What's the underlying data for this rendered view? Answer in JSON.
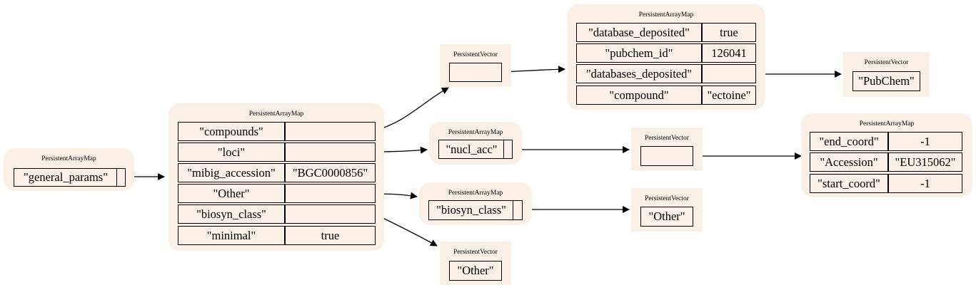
{
  "nodes": {
    "root": {
      "title": "PersistentArrayMap",
      "key": "\"general_params\""
    },
    "main": {
      "title": "PersistentArrayMap",
      "rows": [
        {
          "key": "\"compounds\"",
          "value": ""
        },
        {
          "key": "\"loci\"",
          "value": ""
        },
        {
          "key": "\"mibig_accession\"",
          "value": "\"BGC0000856\""
        },
        {
          "key": "\"Other\"",
          "value": ""
        },
        {
          "key": "\"biosyn_class\"",
          "value": ""
        },
        {
          "key": "\"minimal\"",
          "value": "true"
        }
      ]
    },
    "compounds_vec": {
      "title": "PersistentVector",
      "item": ""
    },
    "compound_map": {
      "title": "PersistentArrayMap",
      "rows": [
        {
          "key": "\"database_deposited\"",
          "value": "true"
        },
        {
          "key": "\"pubchem_id\"",
          "value": "126041"
        },
        {
          "key": "\"databases_deposited\"",
          "value": ""
        },
        {
          "key": "\"compound\"",
          "value": "\"ectoine\""
        }
      ]
    },
    "pubchem_vec": {
      "title": "PersistentVector",
      "item": "\"PubChem\""
    },
    "loci_map": {
      "title": "PersistentArrayMap",
      "key": "\"nucl_acc\""
    },
    "nucl_vec": {
      "title": "PersistentVector",
      "item": ""
    },
    "accession_map": {
      "title": "PersistentArrayMap",
      "rows": [
        {
          "key": "\"end_coord\"",
          "value": "-1"
        },
        {
          "key": "\"Accession\"",
          "value": "\"EU315062\""
        },
        {
          "key": "\"start_coord\"",
          "value": "-1"
        }
      ]
    },
    "other_map": {
      "title": "PersistentArrayMap",
      "key": "\"biosyn_class\""
    },
    "other_vec": {
      "title": "PersistentVector",
      "item": "\"Other\""
    },
    "biosyn_vec": {
      "title": "PersistentVector",
      "item": "\"Other\""
    }
  },
  "colors": {
    "node_fill": "#faf0e6",
    "stroke": "#000000",
    "background": "#ffffff"
  }
}
